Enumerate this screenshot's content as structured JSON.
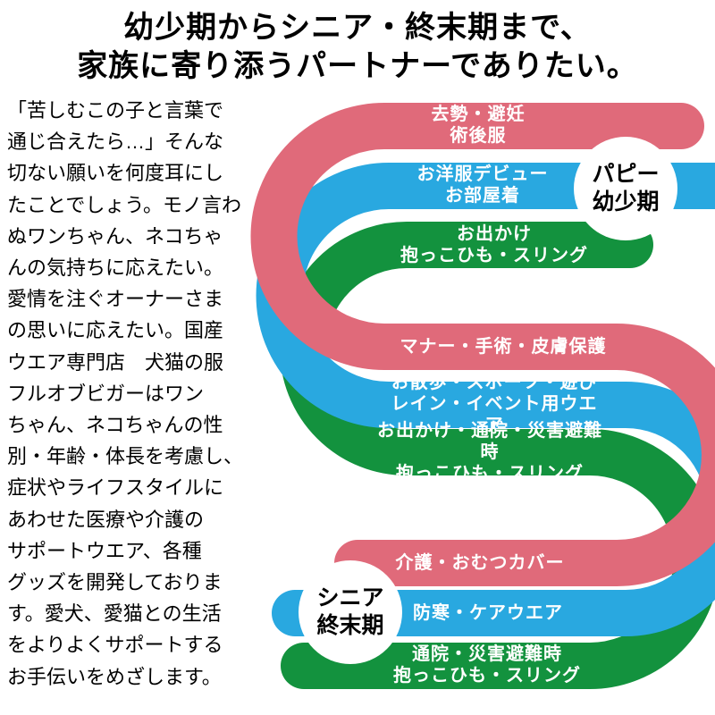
{
  "title": {
    "line1": "幼少期からシニア・終末期まで、",
    "line2": "家族に寄り添うパートナーでありたい。"
  },
  "intro_text": "「苦しむこの子と言葉で\n通じ合えたら…」そんな\n切ない願いを何度耳にし\nたことでしょう。モノ言わ\nぬワンちゃん、ネコちゃ\nんの気持ちに応えたい。\n愛情を注ぐオーナーさま\nの思いに応えたい。国産\nウエア専門店　犬猫の服\nフルオブビガーはワン\nちゃん、ネコちゃんの性\n別・年齢・体長を考慮し、\n症状やライフスタイルに\nあわせた医療や介護の\nサポートウエア、各種\nグッズを開発しておりま\nす。愛犬、愛猫との生活\nをよりよくサポートする\nお手伝いをめざします。",
  "colors": {
    "pink": "#e06a7a",
    "blue": "#29a8e0",
    "green": "#13923e",
    "text_on_band": "#ffffff"
  },
  "stages": {
    "puppy": "パピー\n幼少期",
    "senior": "シニア\n終末期"
  },
  "bands": {
    "puppy_pink": "去勢・避妊\n術後服",
    "puppy_blue": "お洋服デビュー\nお部屋着",
    "puppy_green": "お出かけ\n抱っこひも・スリング",
    "adult_pink": "マナー・手術・皮膚保護",
    "adult_blue": "お散歩・スポーツ・遊び\nレイン・イベント用ウエア",
    "adult_green": "お出かけ・通院・災害避難時\n抱っこひも・スリング",
    "senior_pink": "介護・おむつカバー",
    "senior_blue": "防寒・ケアウエア",
    "senior_green": "通院・災害避難時\n抱っこひも・スリング"
  }
}
